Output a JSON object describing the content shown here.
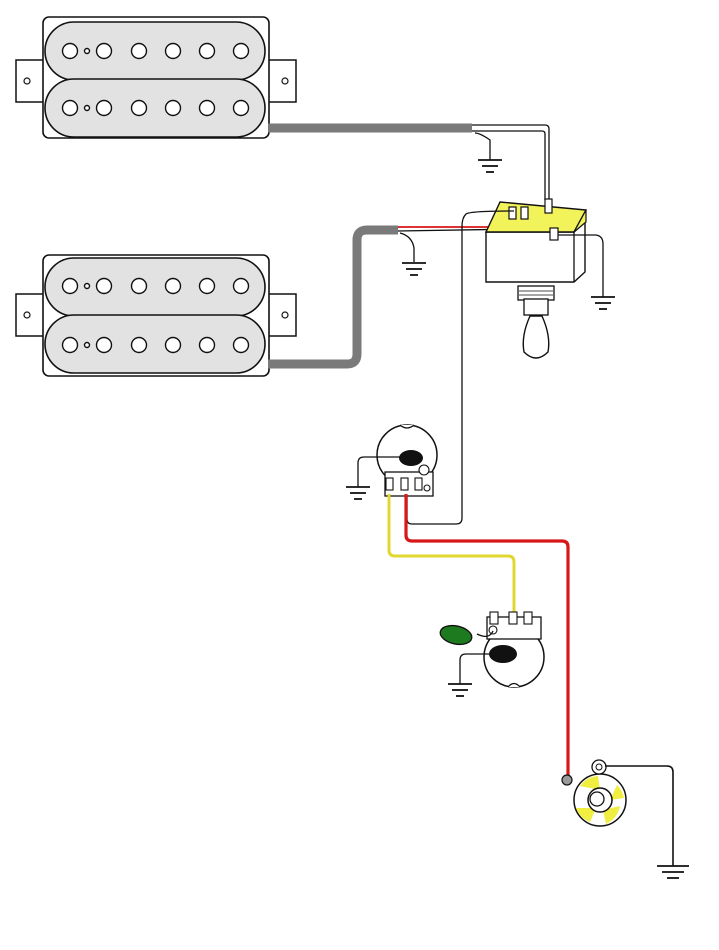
{
  "diagram": {
    "components": [
      {
        "id": "neck-humbucker",
        "type": "humbucker-pickup"
      },
      {
        "id": "bridge-humbucker",
        "type": "humbucker-pickup"
      },
      {
        "id": "pickup-selector",
        "type": "3-way-toggle-switch"
      },
      {
        "id": "volume-pot",
        "type": "potentiometer"
      },
      {
        "id": "tone-pot",
        "type": "potentiometer"
      },
      {
        "id": "tone-capacitor",
        "type": "capacitor"
      },
      {
        "id": "output-jack",
        "type": "mono-jack"
      }
    ],
    "ground_symbols": 6,
    "colors": {
      "cable": "#7a7a7a",
      "pickup_body": "#e2e2e2",
      "switch_top": "#f2f25a",
      "hot_wire": "#d81818",
      "signal_wire": "#e0d830",
      "capacitor": "#1e7a1e",
      "wire_black": "#111111"
    }
  }
}
